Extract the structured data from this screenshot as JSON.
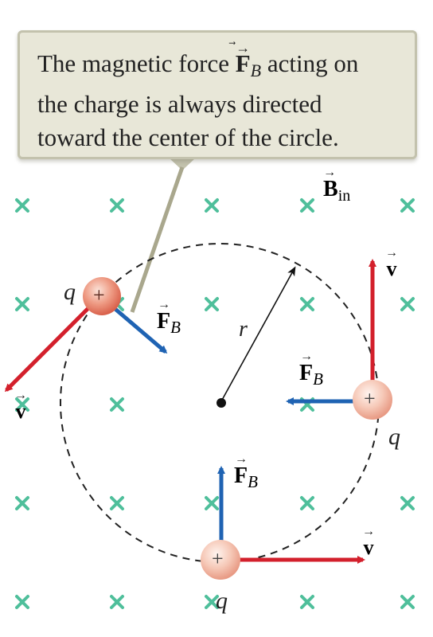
{
  "callout": {
    "line1_before": "The magnetic force ",
    "line1_vec": "F",
    "line1_sub": "B",
    "line1_after": " acting on",
    "line2": "the charge is always directed",
    "line3": "toward the center of the circle."
  },
  "labels": {
    "field": "B",
    "field_sub": "in",
    "radius": "r",
    "charge": "q",
    "velocity": "v",
    "force": "F",
    "force_sub": "B",
    "plus": "+"
  },
  "colors": {
    "velocity_arrow": "#d3202c",
    "force_arrow": "#1f63b3",
    "field_x": "#4fbf9b",
    "charge_fill": "#e8806a",
    "callout_bg": "#e8e7d8"
  }
}
